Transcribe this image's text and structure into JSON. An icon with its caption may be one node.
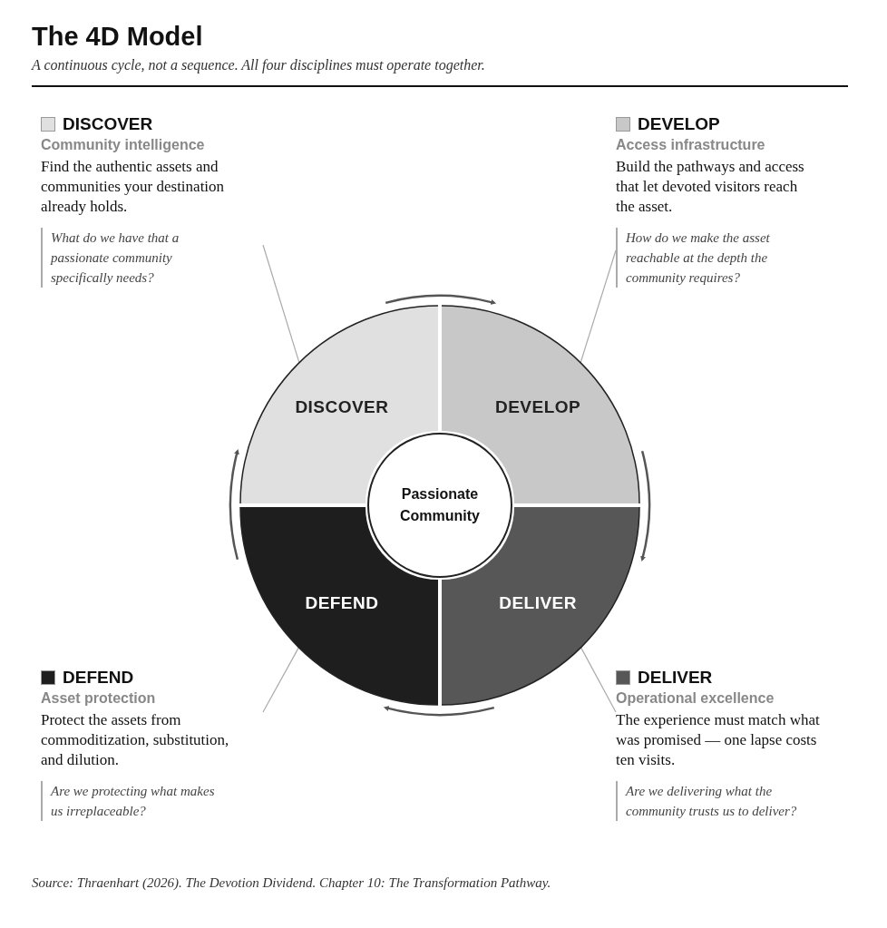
{
  "diagram": {
    "title": "The 4D Model",
    "caption": "Source: Thraenhart (2026). The Devotion Dividend. Chapter 10: The Transformation Pathway.",
    "nodes": [
      {
        "text": [
          "DISCOVER"
        ]
      },
      {
        "text": [
          "DEVELOP"
        ]
      },
      {
        "text": [
          "DELIVER"
        ]
      },
      {
        "text": [
          "DEFEND"
        ]
      },
      {
        "text": [
          "Passionate Community"
        ]
      },
      {
        "text": [
          "DISCOVER",
          "Community intelligence",
          "Find the authentic assets and communities your destination already holds.",
          "What do we have that a passionate community specifically needs?"
        ]
      },
      {
        "text": [
          "DEVELOP",
          "Access infrastructure",
          "Build the pathways and access that let devoted visitors reach the asset.",
          "How do we make the asset reachable at the depth the community requires?"
        ]
      },
      {
        "text": [
          "DEFEND",
          "Asset protection",
          "Protect the assets from commoditization, substitution, and dilution.",
          "Are we protecting what makes us irreplaceable?"
        ]
      },
      {
        "text": [
          "DELIVER",
          "Operational excellence",
          "The experience must match what was promised — one lapse costs ten visits.",
          "Are we delivering what the community trusts us to deliver?"
        ]
      }
    ],
    "edges": [
      {
        "from": 0,
        "to": 1,
        "arrow": "to"
      },
      {
        "from": 1,
        "to": 2,
        "arrow": "to"
      },
      {
        "from": 2,
        "to": 3,
        "arrow": "to"
      },
      {
        "from": 3,
        "to": 0,
        "arrow": "to"
      },
      {
        "from": 5,
        "to": 0,
        "arrow": "none",
        "color": "#aaaaaa"
      },
      {
        "from": 6,
        "to": 1,
        "arrow": "none",
        "color": "#aaaaaa"
      },
      {
        "from": 7,
        "to": 3,
        "arrow": "none",
        "color": "#aaaaaa"
      },
      {
        "from": 8,
        "to": 2,
        "arrow": "none",
        "color": "#aaaaaa"
      }
    ],
    "labels": [
      "A continuous cycle, not a sequence. All four disciplines must operate together."
    ]
  }
}
